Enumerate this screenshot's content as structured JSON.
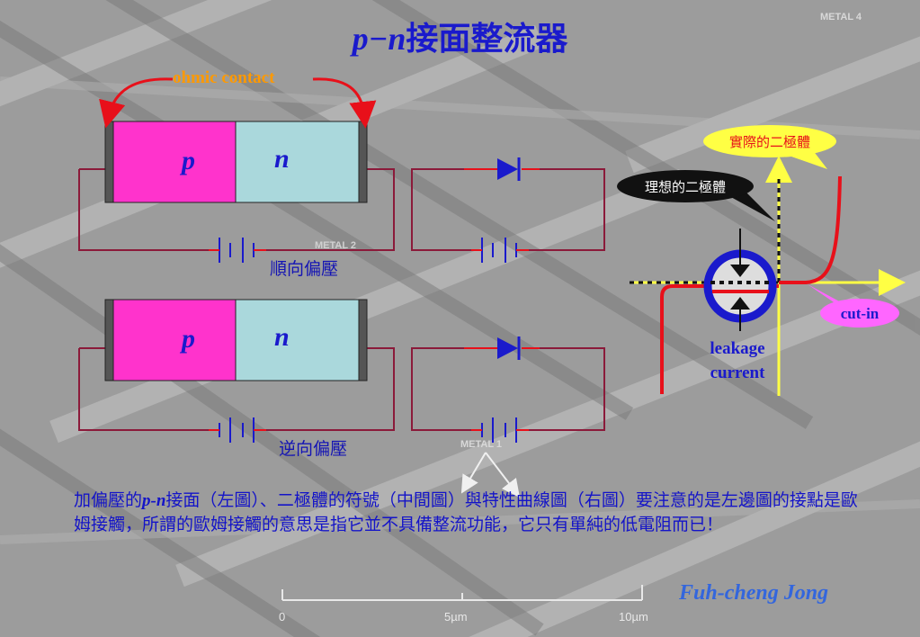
{
  "title": {
    "italic_part": "p−n",
    "rest": "接面整流器"
  },
  "labels": {
    "ohmic_contact": "ohmic contact",
    "p_top": "p",
    "n_top": "n",
    "p_bottom": "p",
    "n_bottom": "n",
    "forward_bias": "順向偏壓",
    "reverse_bias": "逆向偏壓"
  },
  "iv_curve": {
    "real_diode": "實際的二極體",
    "ideal_diode": "理想的二極體",
    "cut_in": "cut-in",
    "leakage_line1": "leakage",
    "leakage_line2": "current"
  },
  "background_text": {
    "metal4": "METAL 4",
    "metal2": "METAL 2",
    "metal1": "METAL 1",
    "scale_0": "0",
    "scale_5": "5µm",
    "scale_10": "10µm"
  },
  "caption": {
    "pre": "加偏壓的",
    "pn": "p-n",
    "post": "接面（左圖）、二極體的符號（中間圖）與特性曲線圖（右圖）要注意的是左邊圖的接點是歐姆接觸，所謂的歐姆接觸的意思是指它並不具備整流功能，它只有單純的低電阻而已！"
  },
  "author": "Fuh-cheng Jong",
  "colors": {
    "p_region": "#ff33cc",
    "n_region": "#aad8dc",
    "wire": "#8b1a3a",
    "red": "#e8101a",
    "yellow": "#ffff44",
    "blue": "#1a1acc"
  }
}
